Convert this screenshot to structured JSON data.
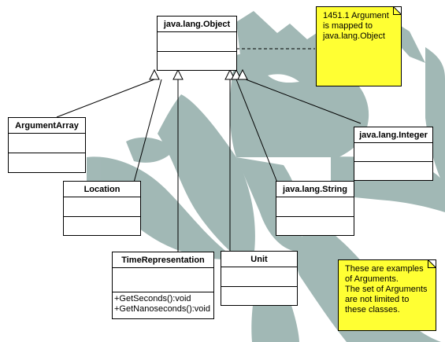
{
  "colors": {
    "note_fill": "#FFFF33",
    "watermark": "#9DB5B2",
    "line": "#000000",
    "box_fill": "#FFFFFF"
  },
  "watermark": {
    "icon": "bearded-king-crown-watermark"
  },
  "classes": {
    "object": {
      "name": "java.lang.Object"
    },
    "argarray": {
      "name": "ArgumentArray"
    },
    "location": {
      "name": "Location"
    },
    "timerep": {
      "name": "TimeRepresentation",
      "operations": [
        "+GetSeconds():void",
        "+GetNanoseconds():void"
      ]
    },
    "unit": {
      "name": "Unit"
    },
    "string": {
      "name": "java.lang.String"
    },
    "integer": {
      "name": "java.lang.Integer"
    }
  },
  "notes": {
    "mapping": {
      "lines": [
        "1451.1 Argument",
        "is mapped to",
        "java.lang.Object"
      ]
    },
    "examples": {
      "lines": [
        "These are examples",
        "of Arguments.",
        "The set of Arguments",
        "are not limited to",
        "these classes."
      ]
    }
  }
}
